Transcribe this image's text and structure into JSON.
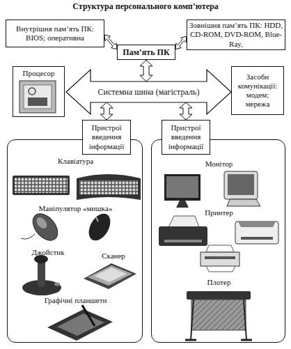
{
  "diagram": {
    "title": "Структура персонального комп’ютера",
    "nodes": [
      {
        "text": [
          "Внутрішня пам’ять ПК: BIOS; оперативна"
        ]
      },
      {
        "text": [
          "Пам’ять ПК"
        ]
      },
      {
        "text": [
          "Зовнішня пам’ять ПК: HDD, CD-ROM, DVD-ROM, Blue-Ray,"
        ]
      },
      {
        "text": [
          "Процесор"
        ]
      },
      {
        "text": [
          "Системна шина (магістраль)"
        ]
      },
      {
        "text": [
          "Засоби комунікації: модем; мережа"
        ]
      },
      {
        "text": [
          "Пристрої введення інформації"
        ]
      },
      {
        "text": [
          "Пристрої введення інформації"
        ]
      },
      {
        "text": [
          "Клавіатура",
          "Маніпулятор «мишка»",
          "Джойстик",
          "Сканер",
          "Графічні планшети"
        ]
      },
      {
        "text": [
          "Монітор",
          "Принтер",
          "Плотер"
        ]
      }
    ],
    "edges": [
      {
        "from": 1,
        "to": 0,
        "arrow": "both"
      },
      {
        "from": 1,
        "to": 2,
        "arrow": "both"
      },
      {
        "from": 1,
        "to": 4,
        "arrow": "both"
      },
      {
        "from": 4,
        "to": 6,
        "arrow": "both"
      },
      {
        "from": 4,
        "to": 7,
        "arrow": "both"
      }
    ]
  }
}
